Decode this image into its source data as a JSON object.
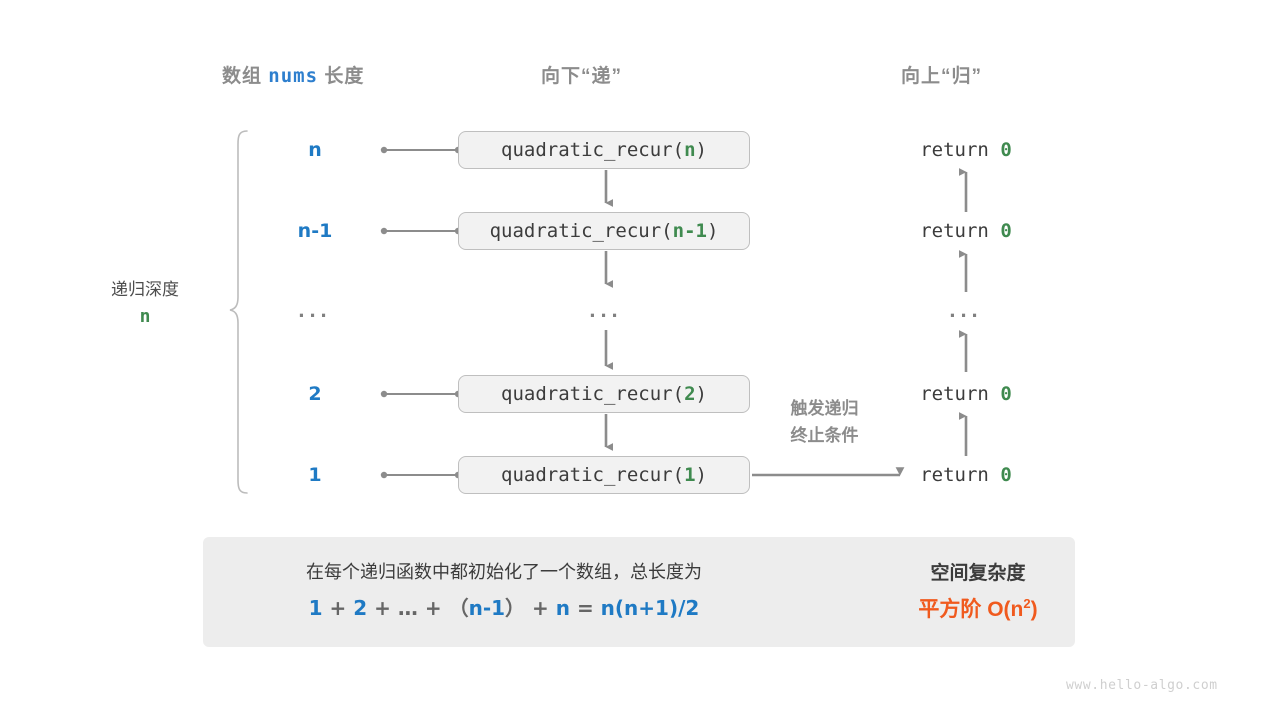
{
  "headers": {
    "left": {
      "pre": "数组 ",
      "code": "nums",
      "post": " 长度"
    },
    "middle": "向下“递”",
    "right": "向上“归”"
  },
  "depth_bracket": {
    "label": "递归深度",
    "value": "n"
  },
  "rows": [
    {
      "left": "n",
      "call_prefix": "quadratic_recur(",
      "call_arg": "n",
      "call_suffix": ")",
      "return": "return ",
      "return_value": "0"
    },
    {
      "left": "n-1",
      "call_prefix": "quadratic_recur(",
      "call_arg": "n-1",
      "call_suffix": ")",
      "return": "return ",
      "return_value": "0"
    },
    {
      "left": "...",
      "call_prefix": "...",
      "call_arg": "",
      "call_suffix": "",
      "return": "...",
      "return_value": ""
    },
    {
      "left": "2",
      "call_prefix": "quadratic_recur(",
      "call_arg": "2",
      "call_suffix": ")",
      "return": "return ",
      "return_value": "0"
    },
    {
      "left": "1",
      "call_prefix": "quadratic_recur(",
      "call_arg": "1",
      "call_suffix": ")",
      "return": "return ",
      "return_value": "0"
    }
  ],
  "note": {
    "line1": "触发递归",
    "line2": "终止条件"
  },
  "summary": {
    "text": "在每个递归函数中都初始化了一个数组，总长度为",
    "formula": {
      "t1": "1",
      "op1": " + ",
      "t2": "2",
      "op2": " + ",
      "t3": "…",
      "op3": " + （",
      "t4": "n-1",
      "op4": "） + ",
      "t5": "n",
      "op5": " = ",
      "t6": "n(n+1)/2"
    },
    "result_title": "空间复杂度",
    "result_value": "平方阶 O(n",
    "result_sup": "2",
    "result_tail": ")"
  },
  "watermark": "www.hello-algo.com",
  "colors": {
    "blue": "#1f7ac4",
    "green": "#3f8a4f",
    "orange": "#f05a1e",
    "gray": "#8c8c8c",
    "panel": "#ededed",
    "box_fill": "#f2f2f2",
    "box_border": "#bfbfbf"
  }
}
